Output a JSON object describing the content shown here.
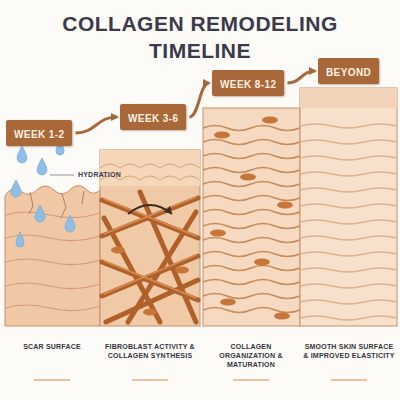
{
  "diagram": {
    "title": "COLLAGEN REMODELING TIMELINE",
    "nodes": [
      {
        "text": [
          "WEEK 1-2"
        ]
      },
      {
        "text": [
          "WEEK 3-6"
        ]
      },
      {
        "text": [
          "WEEK 8-12"
        ]
      },
      {
        "text": [
          "BEYOND"
        ]
      }
    ],
    "edges": [
      {
        "from": 0,
        "to": 1,
        "arrow": "to"
      },
      {
        "from": 1,
        "to": 2,
        "arrow": "to"
      },
      {
        "from": 2,
        "to": 3,
        "arrow": "to"
      }
    ],
    "labels": [
      "HYDRATION",
      "SCAR SURFACE",
      "FIBROBLAST ACTIVITY & COLLAGEN SYNTHESIS",
      "COLLAGEN ORGANIZATION & MATURATION",
      "SMOOTH SKIN SURFACE & IMPROVED ELASTICITY"
    ]
  }
}
